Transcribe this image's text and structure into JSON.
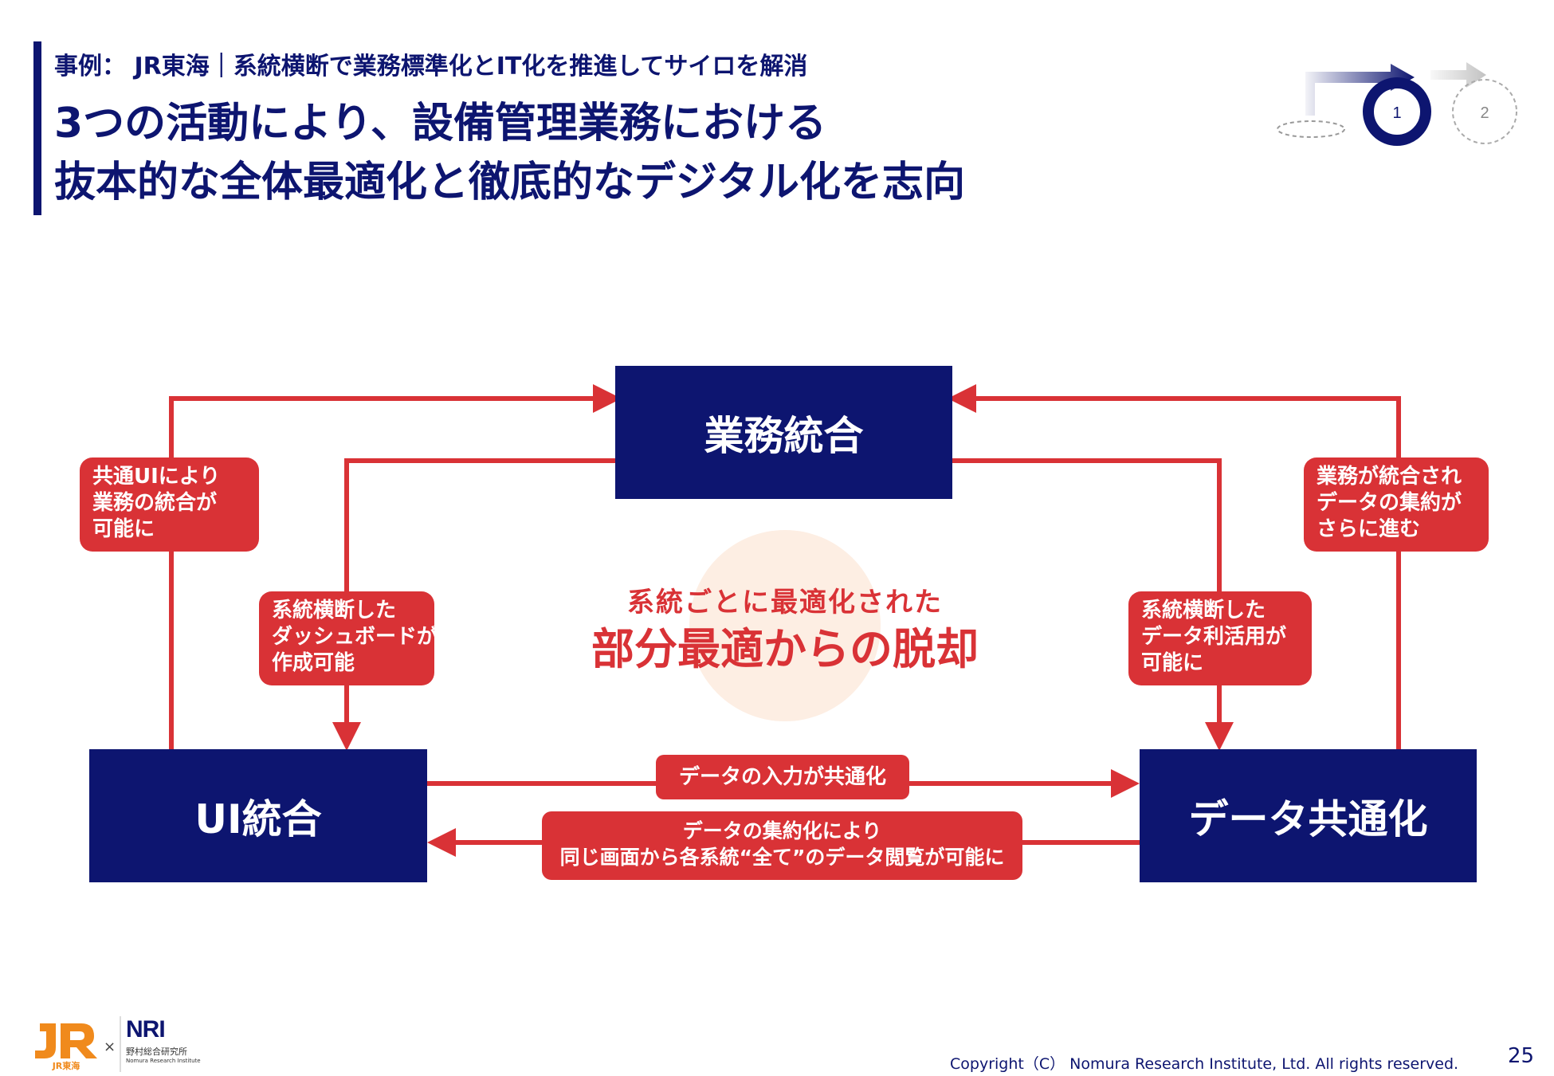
{
  "header": {
    "subtitle": "事例： JR東海｜系統横断で業務標準化とIT化を推進してサイロを解消",
    "title_line1": "3つの活動により、設備管理業務における",
    "title_line2": "抜本的な全体最適化と徹底的なデジタル化を志向"
  },
  "nav": {
    "step1": "1",
    "step2": "2"
  },
  "boxes": {
    "top": "業務統合",
    "left": "UI統合",
    "right": "データ共通化"
  },
  "labels": {
    "left_outer": [
      "共通UIにより",
      "業務の統合が",
      "可能に"
    ],
    "left_inner": [
      "系統横断した",
      "ダッシュボードが",
      "作成可能"
    ],
    "right_outer": [
      "業務が統合され",
      "データの集約が",
      "さらに進む"
    ],
    "right_inner": [
      "系統横断した",
      "データ利活用が",
      "可能に"
    ],
    "bottom_upper": "データの入力が共通化",
    "bottom_lower": [
      "データの集約化により",
      "同じ画面から各系統“全て”のデータ閲覧が可能に"
    ]
  },
  "center": {
    "sub": "系統ごとに最適化された",
    "main": "部分最適からの脱却"
  },
  "footer": {
    "jr_logo_text": "JR東海",
    "times": "×",
    "nri_mark": "NRI",
    "nri_jp": "野村総合研究所",
    "nri_en": "Nomura Research Institute",
    "copyright": "Copyright（C） Nomura Research Institute, Ltd. All rights reserved.",
    "page_number": "25"
  },
  "colors": {
    "navy": "#0d1570",
    "red": "#d93236",
    "glow": "#fdeee3"
  }
}
